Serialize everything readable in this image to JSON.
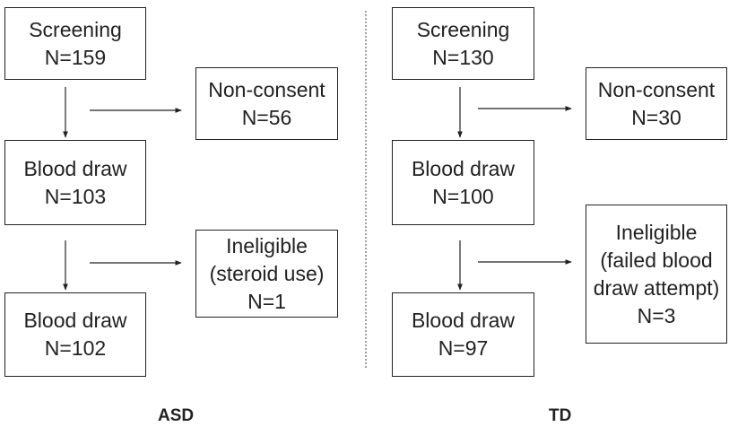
{
  "asd": {
    "label": "ASD",
    "screening": {
      "title": "Screening",
      "count": "N=159"
    },
    "nonconsent": {
      "title": "Non-consent",
      "count": "N=56"
    },
    "blood_draw_1": {
      "title": "Blood draw",
      "count": "N=103"
    },
    "ineligible": {
      "line1": "Ineligible",
      "line2": "(steroid use)",
      "count": "N=1"
    },
    "blood_draw_2": {
      "title": "Blood draw",
      "count": "N=102"
    }
  },
  "td": {
    "label": "TD",
    "screening": {
      "title": "Screening",
      "count": "N=130"
    },
    "nonconsent": {
      "title": "Non-consent",
      "count": "N=30"
    },
    "blood_draw_1": {
      "title": "Blood draw",
      "count": "N=100"
    },
    "ineligible": {
      "line1": "Ineligible",
      "line2": "(failed blood",
      "line3": "draw attempt)",
      "count": "N=3"
    },
    "blood_draw_2": {
      "title": "Blood draw",
      "count": "N=97"
    }
  }
}
